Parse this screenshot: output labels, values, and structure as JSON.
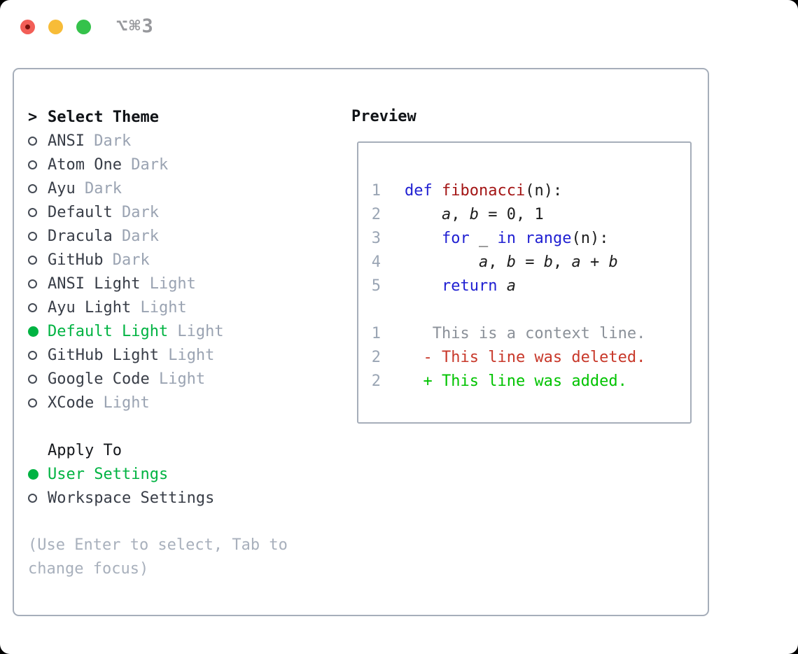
{
  "titlebar": {
    "shortcut_label": "⌥⌘3"
  },
  "colors": {
    "accent_green": "#00b342",
    "keyword_blue": "#2020d2",
    "function_red": "#a31515",
    "diff_deleted": "#c8382a",
    "diff_added": "#00c300",
    "context_gray": "#8b9199",
    "muted_gray": "#9aa3b2",
    "text_dark": "#383d47",
    "line_number_gray": "#9aa5b4",
    "code_text": "#1c1c1c",
    "traffic_red": "#f25e57",
    "traffic_yellow": "#f7bc38",
    "traffic_green": "#35c24b"
  },
  "theme_picker": {
    "header_marker": ">",
    "header": "Select Theme",
    "themes": [
      {
        "name": "ANSI",
        "variant": "Dark",
        "selected": false
      },
      {
        "name": "Atom One",
        "variant": "Dark",
        "selected": false
      },
      {
        "name": "Ayu",
        "variant": "Dark",
        "selected": false
      },
      {
        "name": "Default",
        "variant": "Dark",
        "selected": false
      },
      {
        "name": "Dracula",
        "variant": "Dark",
        "selected": false
      },
      {
        "name": "GitHub",
        "variant": "Dark",
        "selected": false
      },
      {
        "name": "ANSI Light",
        "variant": "Light",
        "selected": false
      },
      {
        "name": "Ayu Light",
        "variant": "Light",
        "selected": false
      },
      {
        "name": "Default Light",
        "variant": "Light",
        "selected": true
      },
      {
        "name": "GitHub Light",
        "variant": "Light",
        "selected": false
      },
      {
        "name": "Google Code",
        "variant": "Light",
        "selected": false
      },
      {
        "name": "XCode",
        "variant": "Light",
        "selected": false
      }
    ],
    "apply_to": {
      "header": "Apply To",
      "options": [
        {
          "label": "User Settings",
          "selected": true
        },
        {
          "label": "Workspace Settings",
          "selected": false
        }
      ]
    },
    "help_lines": [
      "(Use Enter to select, Tab to",
      "change focus)"
    ]
  },
  "preview": {
    "header": "Preview",
    "lines": [
      {
        "num": "1",
        "tokens": [
          [
            "kw",
            "def"
          ],
          [
            "pl",
            " "
          ],
          [
            "fn",
            "fibonacci"
          ],
          [
            "pl",
            "(n):"
          ]
        ]
      },
      {
        "num": "2",
        "tokens": [
          [
            "pl",
            "    "
          ],
          [
            "var",
            "a"
          ],
          [
            "pl",
            ", "
          ],
          [
            "var",
            "b"
          ],
          [
            "pl",
            " = 0, 1"
          ]
        ]
      },
      {
        "num": "3",
        "tokens": [
          [
            "pl",
            "    "
          ],
          [
            "kw",
            "for"
          ],
          [
            "pl",
            " _ "
          ],
          [
            "kw",
            "in"
          ],
          [
            "pl",
            " "
          ],
          [
            "kw",
            "range"
          ],
          [
            "pl",
            "(n):"
          ]
        ]
      },
      {
        "num": "4",
        "tokens": [
          [
            "pl",
            "        "
          ],
          [
            "var",
            "a"
          ],
          [
            "pl",
            ", "
          ],
          [
            "var",
            "b"
          ],
          [
            "pl",
            " = "
          ],
          [
            "var",
            "b"
          ],
          [
            "pl",
            ", "
          ],
          [
            "var",
            "a"
          ],
          [
            "pl",
            " + "
          ],
          [
            "var",
            "b"
          ]
        ]
      },
      {
        "num": "5",
        "tokens": [
          [
            "pl",
            "    "
          ],
          [
            "kw",
            "return"
          ],
          [
            "pl",
            " "
          ],
          [
            "var",
            "a"
          ]
        ]
      },
      {
        "num": "",
        "tokens": []
      },
      {
        "num": "1",
        "tokens": [
          [
            "ctx",
            "   This is a context line."
          ]
        ]
      },
      {
        "num": "2",
        "tokens": [
          [
            "del",
            "  - This line was deleted."
          ]
        ]
      },
      {
        "num": "2",
        "tokens": [
          [
            "add",
            "  + This line was added."
          ]
        ]
      }
    ]
  }
}
